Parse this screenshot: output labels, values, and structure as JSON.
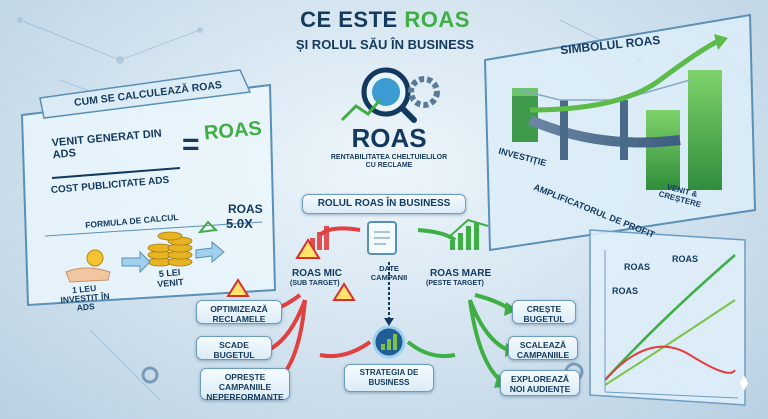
{
  "title": {
    "line1_a": "CE ESTE",
    "line1_b": "ROAS",
    "line2": "ȘI ROLUL SĂU ÎN BUSINESS"
  },
  "left_panel": {
    "header": "CUM SE CALCULEAZĂ ROAS",
    "numerator": "VENIT GENERAT DIN ADS",
    "equals": "=",
    "result": "ROAS",
    "denominator": "COST PUBLICITATE ADS",
    "formula_label": "FORMULA DE CALCUL",
    "invest_label": "1 LEU INVESTIT ÎN ADS",
    "revenue_label": "5 LEI VENIT",
    "roas_value_label": "ROAS",
    "roas_value": "5.0X"
  },
  "center_logo": {
    "title": "ROAS",
    "subtitle": "RENTABILITATEA CHELTUIELILOR CU RECLAME"
  },
  "role_banner": "ROLUL ROAS ÎN BUSINESS",
  "low_roas": {
    "title": "ROAS MIC",
    "sub": "(SUB TARGET)"
  },
  "high_roas": {
    "title": "ROAS MARE",
    "sub": "(PESTE TARGET)"
  },
  "center_data": "DATE CAMPANII",
  "center_strategy": "STRATEGIA DE BUSINESS",
  "left_actions": [
    "OPTIMIZEAZĂ RECLAMELE",
    "SCADE BUGETUL",
    "OPREȘTE CAMPANIILE NEPERFORMANTE"
  ],
  "right_actions": [
    "CREȘTE BUGETUL",
    "SCALEAZĂ CAMPANIILE",
    "EXPLOREAZĂ NOI AUDIENȚE"
  ],
  "right_panel": {
    "header": "SIMBOLUL ROAS",
    "invest": "INVESTIȚIE",
    "growth": "VENIT & CREȘTERE",
    "amplifier": "AMPLIFICATORUL DE PROFIT",
    "chart_label_top": "ROAS",
    "chart_label_mid": "ROAS",
    "chart_label_low": "ROAS"
  },
  "colors": {
    "green": "#3fae45",
    "red": "#e04040",
    "navy": "#14395e",
    "accent_green": "#7cc24a"
  }
}
